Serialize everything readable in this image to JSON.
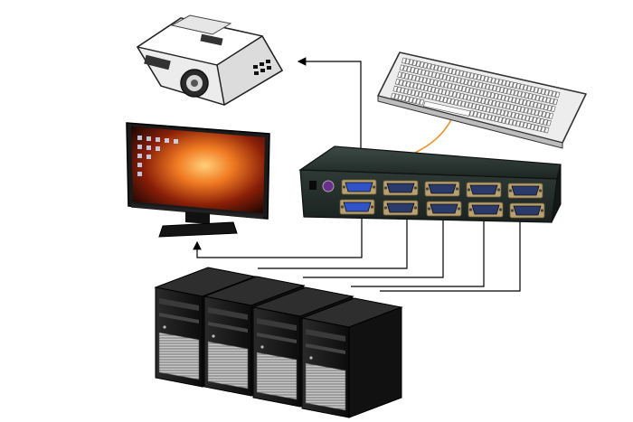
{
  "diagram": {
    "kind": "kvm-switch-setup",
    "devices": [
      {
        "id": "projector",
        "icon": "projector-icon"
      },
      {
        "id": "keyboard",
        "icon": "keyboard-icon"
      },
      {
        "id": "monitor",
        "icon": "monitor-icon"
      },
      {
        "id": "kvm-switch",
        "icon": "kvm-switch-icon"
      },
      {
        "id": "pc-1",
        "icon": "desktop-tower-icon"
      },
      {
        "id": "pc-2",
        "icon": "desktop-tower-icon"
      },
      {
        "id": "pc-3",
        "icon": "desktop-tower-icon"
      },
      {
        "id": "pc-4",
        "icon": "desktop-tower-icon"
      }
    ],
    "connections": [
      {
        "from": "kvm-switch",
        "to": "projector",
        "arrow": true
      },
      {
        "from": "kvm-switch",
        "to": "monitor",
        "arrow": true
      },
      {
        "from": "keyboard",
        "to": "kvm-switch",
        "arrow": false
      },
      {
        "from": "pc-1",
        "to": "kvm-switch",
        "arrow": false
      },
      {
        "from": "pc-2",
        "to": "kvm-switch",
        "arrow": false
      },
      {
        "from": "pc-3",
        "to": "kvm-switch",
        "arrow": false
      },
      {
        "from": "pc-4",
        "to": "kvm-switch",
        "arrow": false
      }
    ],
    "colors": {
      "connector_line": "#000000",
      "keyboard_cable": "#f0902a",
      "vga_port": "#2f54c8",
      "switch_body": "#24302c",
      "screen_glow": "#e0501a"
    }
  }
}
